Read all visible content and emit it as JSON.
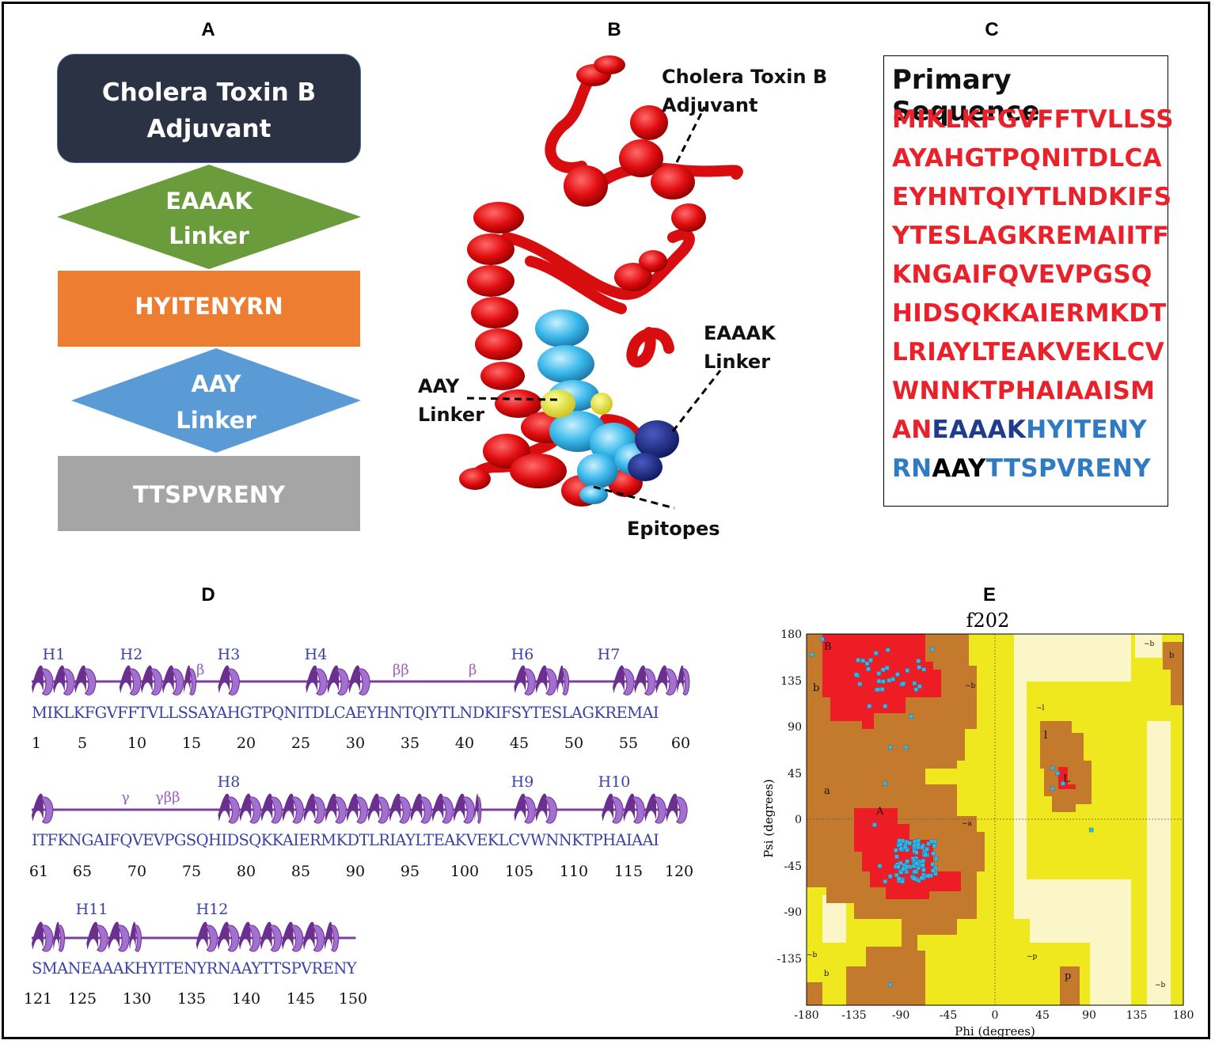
{
  "panels": {
    "a": "A",
    "b": "B",
    "c": "C",
    "d": "D",
    "e": "E"
  },
  "panel_a": {
    "box1_line1": "Cholera Toxin B",
    "box1_line2": "Adjuvant",
    "diamond1_line1": "EAAAK",
    "diamond1_line2": "Linker",
    "box2": "HYITENYRN",
    "diamond2_line1": "AAY",
    "diamond2_line2": "Linker",
    "box3": "TTSPVRENY",
    "colors": {
      "box1": "#2b3243",
      "diamond1": "#6a9c3c",
      "box2": "#ec7d31",
      "diamond2": "#5b9bd5",
      "box3": "#a5a5a5"
    }
  },
  "panel_b": {
    "ctb_line1": "Cholera Toxin B",
    "ctb_line2": "Adjuvant",
    "eaaak_line1": "EAAAK",
    "eaaak_line2": "Linker",
    "aay_line1": "AAY",
    "aay_line2": "Linker",
    "epitopes": "Epitopes"
  },
  "panel_c": {
    "title": "Primary Sequence",
    "lines": [
      "MIKLKFGVFFTVLLSS",
      "AYAHGTPQNITDLCA",
      "EYHNTQIYTLNDKIFS",
      "YTESLAGKREMAIITF",
      "KNGAIFQVEVPGSQ",
      "HIDSQKKAIERMKDT",
      "LRIAYLTEAKVEKLCV",
      "WNNKTPHAIAAISM"
    ],
    "line9": {
      "a": "AN",
      "b": "EAAAK",
      "c": "HYITENY"
    },
    "line10": {
      "a": "RN",
      "b": "AAY",
      "c": "TTSPVRENY"
    }
  },
  "panel_d": {
    "rows": [
      {
        "seq": "MIKLKFGVFFTVLLSSAYAHGTPQNITDLCAEYHNTQIYTLNDKIFSYTESLAGKREMAI",
        "ticks": [
          "1",
          "5",
          "10",
          "15",
          "20",
          "25",
          "30",
          "35",
          "40",
          "45",
          "50",
          "55",
          "60"
        ],
        "helices": [
          "H1",
          "H2",
          "H3",
          "H4",
          "H6",
          "H7"
        ],
        "greek": [
          "β",
          "ββ",
          "β"
        ]
      },
      {
        "seq": "ITFKNGAIFQVEVPGSQHIDSQKKAIERMKDTLRIAYLTEAKVEKLCVWNNKTPHAIAAI",
        "ticks": [
          "61",
          "65",
          "70",
          "75",
          "80",
          "85",
          "90",
          "95",
          "100",
          "105",
          "110",
          "115",
          "120"
        ],
        "helices": [
          "H8",
          "H9",
          "H10"
        ],
        "greek": [
          "γ",
          "γββ"
        ]
      },
      {
        "seq": "SMANEAAAKHYITENYRNAAYTTSPVRENY",
        "ticks": [
          "121",
          "125",
          "130",
          "135",
          "140",
          "145",
          "150"
        ],
        "helices": [
          "H11",
          "H12"
        ],
        "greek": []
      }
    ]
  },
  "panel_e": {
    "title": "f202",
    "xlabel": "Phi (degrees)",
    "ylabel": "Psi (degrees)",
    "xticks": [
      "-180",
      "-135",
      "-90",
      "-45",
      "0",
      "45",
      "90",
      "135",
      "180"
    ],
    "yticks": [
      "180",
      "135",
      "90",
      "45",
      "0",
      "-45",
      "-90",
      "-135"
    ],
    "region_labels": [
      "B",
      "b",
      "A",
      "a",
      "L",
      "l",
      "p",
      "~b",
      "~a",
      "~l",
      "~p"
    ],
    "colors": {
      "core": "#ee1c25",
      "allowed": "#c47a2c",
      "generous": "#f0e81e",
      "outside": "#fbf6c8",
      "point": "#35b6e6"
    }
  }
}
